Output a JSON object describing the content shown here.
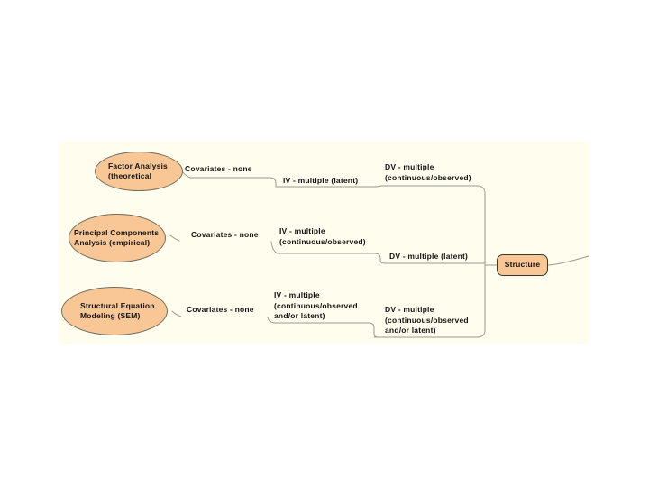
{
  "diagram": {
    "title_hint": "multivariate statistics decision diagram",
    "colors": {
      "page_background": "#ffffff",
      "canvas_background": "#fffdee",
      "node_fill": "#f8c795",
      "node_border": "#6e6e60",
      "hub_border": "#3a3a30",
      "connector_line": "#9a9a8e",
      "text": "#121212"
    },
    "rows": [
      {
        "method": "Factor Analysis\n(theoretical",
        "covariates": "Covariates - none",
        "iv": "IV - multiple (latent)",
        "dv": "DV - multiple\n(continuous/observed)"
      },
      {
        "method": "Principal Components\nAnalysis (empirical)",
        "covariates": "Covariates - none",
        "iv": "IV - multiple\n(continuous/observed)",
        "dv": "DV - multiple (latent)"
      },
      {
        "method": "Structural Equation\nModeling (SEM)",
        "covariates": "Covariates - none",
        "iv": "IV - multiple\n(continuous/observed\nand/or latent)",
        "dv": "DV - multiple\n(continuous/observed\nand/or latent)"
      }
    ],
    "hub": {
      "label": "Structure"
    }
  }
}
